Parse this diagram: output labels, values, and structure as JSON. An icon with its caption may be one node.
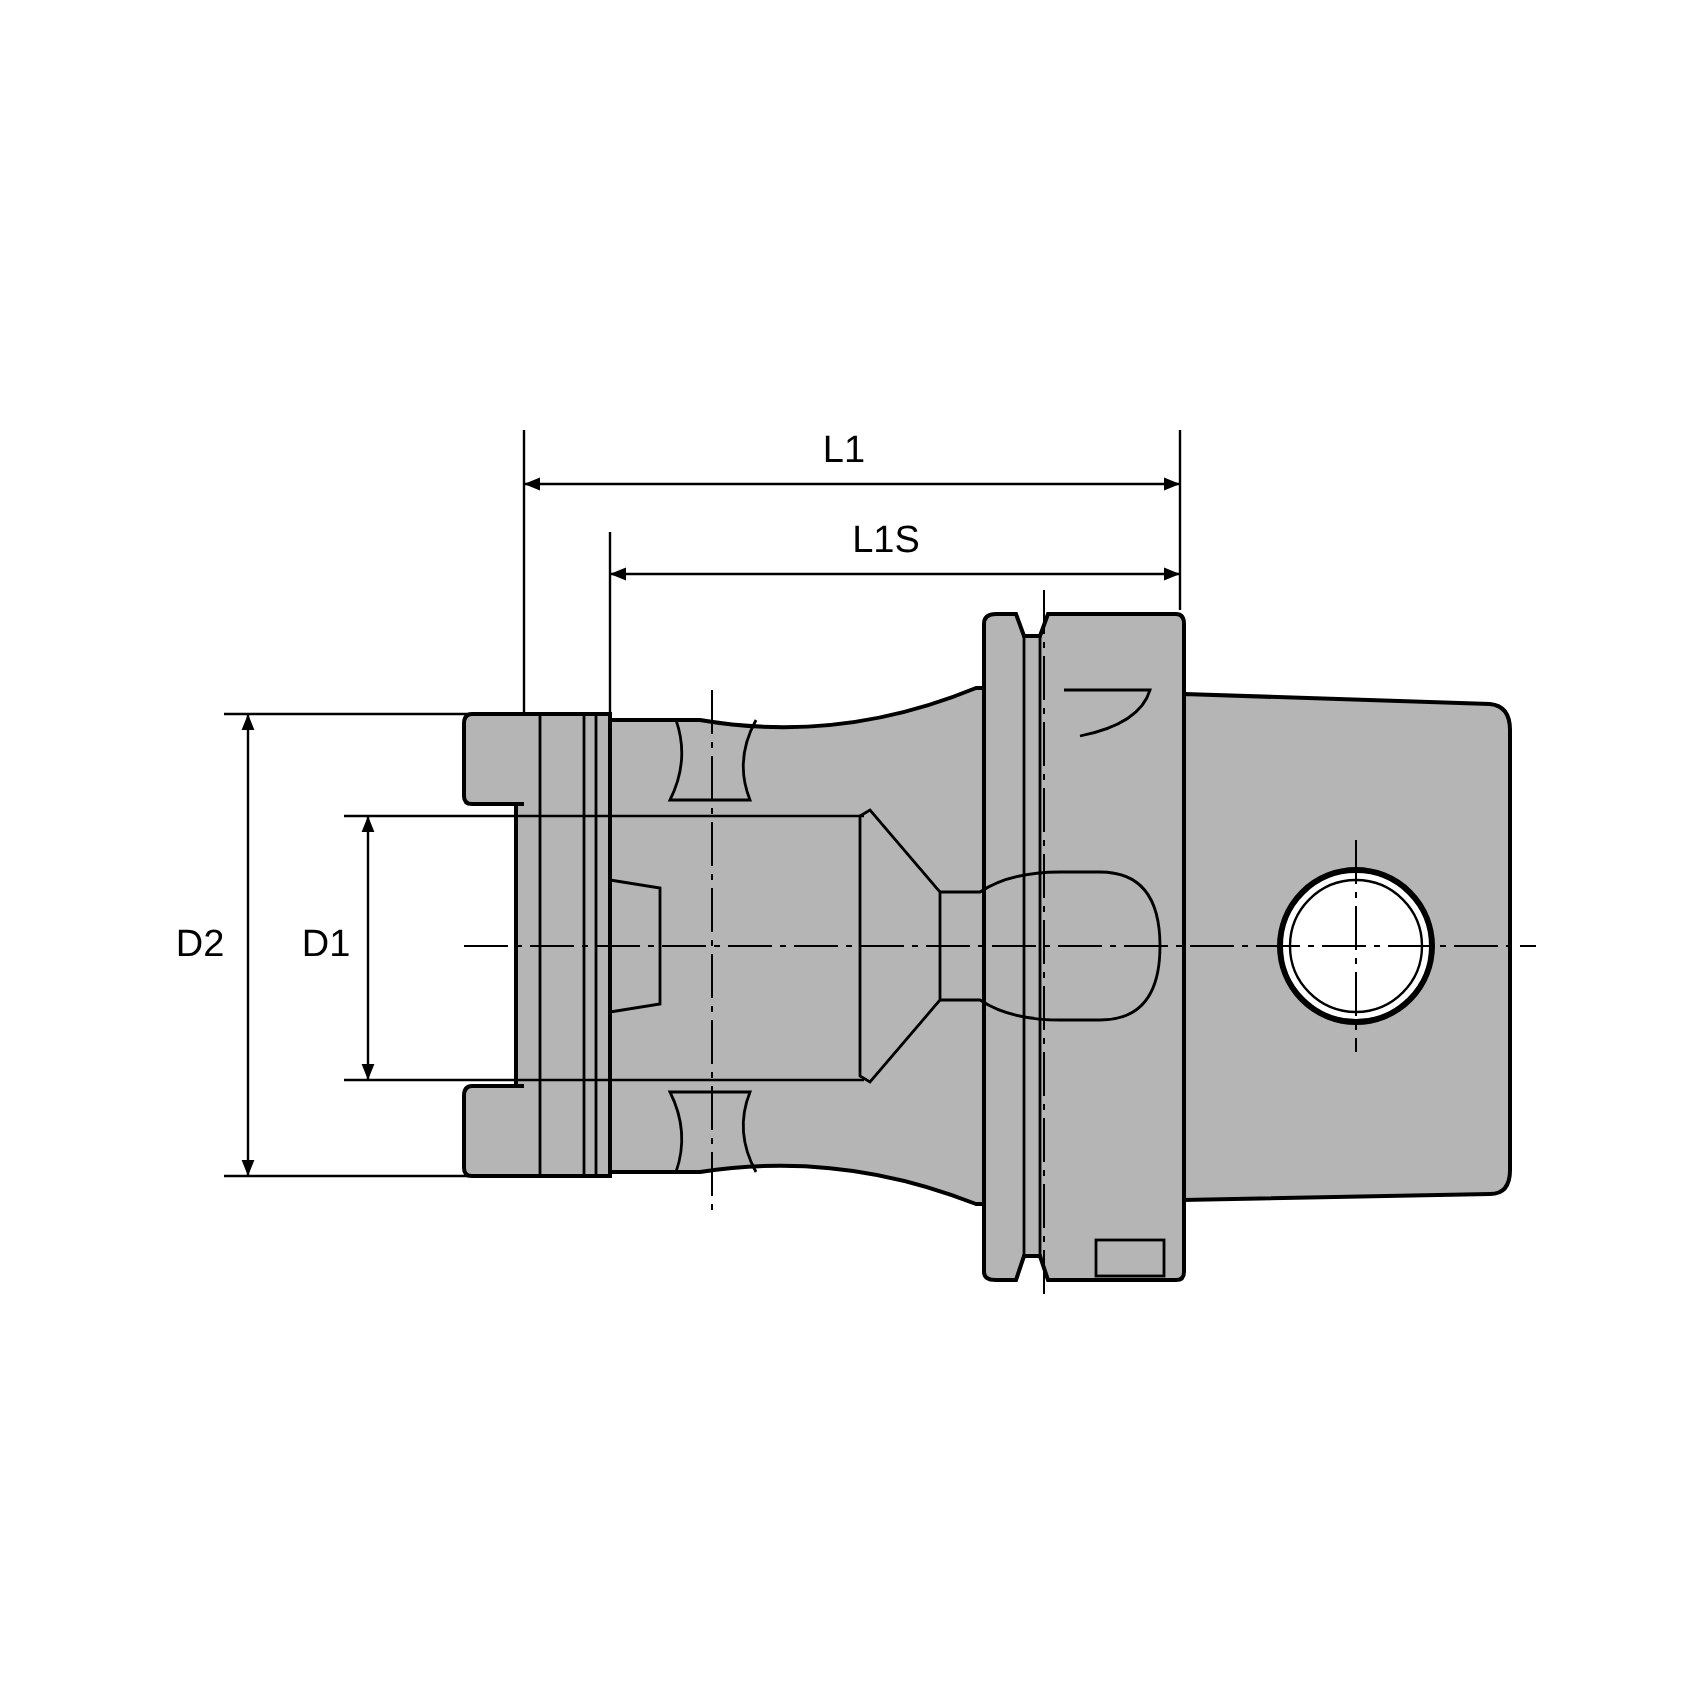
{
  "diagram": {
    "labels": [
      "L1",
      "L1S",
      "D2",
      "D1"
    ]
  }
}
